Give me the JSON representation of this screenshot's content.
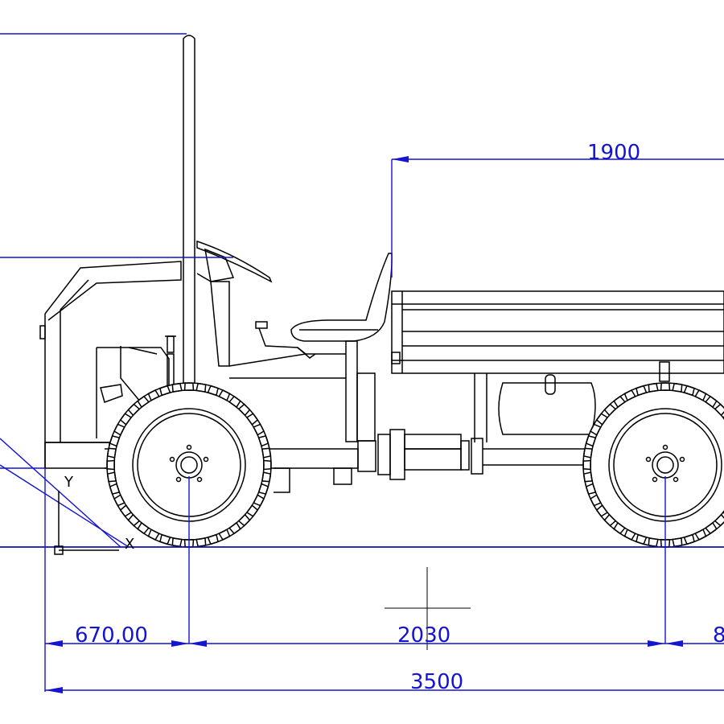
{
  "drawing": {
    "subject": "tractor side elevation",
    "colors": {
      "geometry": "#000000",
      "dimensions": "#1414d2",
      "background": "#ffffff"
    },
    "dimensions": {
      "top_length": "1900",
      "front_overhang": "670,00",
      "wheelbase": "2030",
      "rear_overhang_partial": "8",
      "overall_length": "3500"
    },
    "ucs_icon": {
      "x_label": "X",
      "y_label": "Y"
    }
  }
}
